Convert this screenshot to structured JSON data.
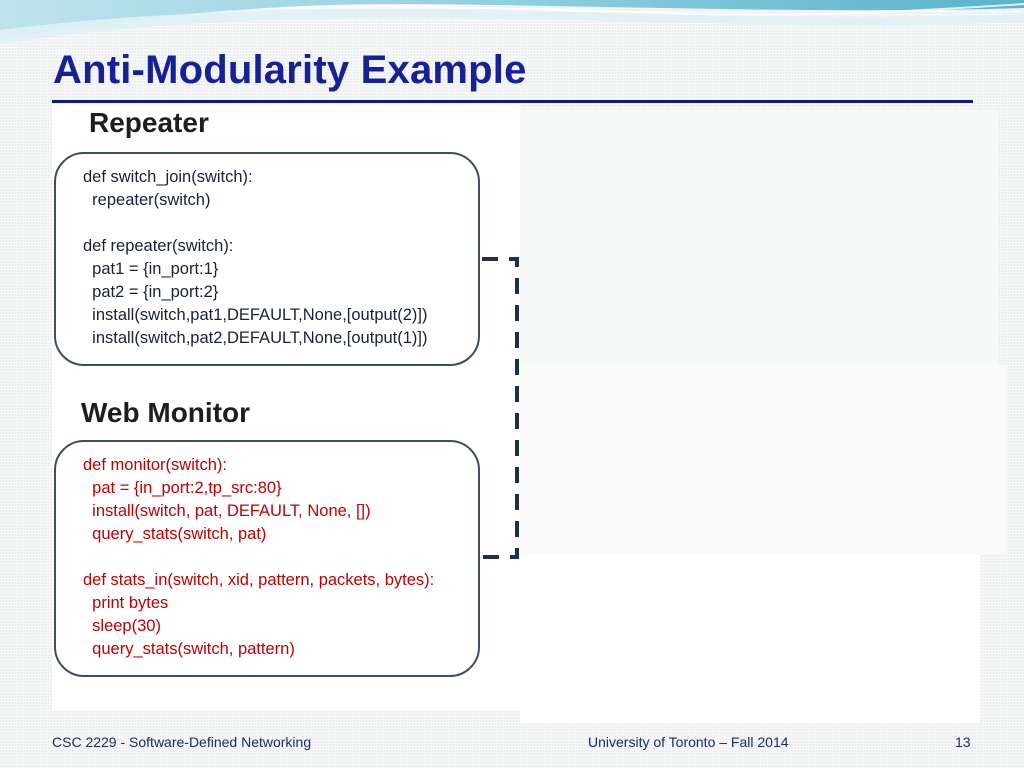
{
  "slide": {
    "title": "Anti-Modularity Example",
    "colors": {
      "title": "#17209b",
      "rule": "#0f1a7a",
      "code_text": "#1a1f3c",
      "code_red": "#c00000",
      "box_border": "#3e4d68",
      "bracket": "#1f2f4f"
    }
  },
  "repeater": {
    "heading": "Repeater",
    "lines": [
      "def switch_join(switch):",
      "  repeater(switch)",
      "",
      "def repeater(switch):",
      "  pat1 = {in_port:1}",
      "  pat2 = {in_port:2}",
      "  install(switch,pat1,DEFAULT,None,[output(2)])",
      "  install(switch,pat2,DEFAULT,None,[output(1)])"
    ]
  },
  "monitor": {
    "heading": "Web  Monitor",
    "lines": [
      "def monitor(switch):",
      "  pat = {in_port:2,tp_src:80}",
      "  install(switch, pat, DEFAULT, None, [])",
      "  query_stats(switch, pat)",
      "",
      "def stats_in(switch, xid, pattern, packets, bytes):",
      "  print bytes",
      "  sleep(30)",
      "  query_stats(switch, pattern)"
    ]
  },
  "footer": {
    "course": "CSC 2229 - Software-Defined Networking",
    "university": "University of Toronto – Fall 2014",
    "page": "13"
  }
}
